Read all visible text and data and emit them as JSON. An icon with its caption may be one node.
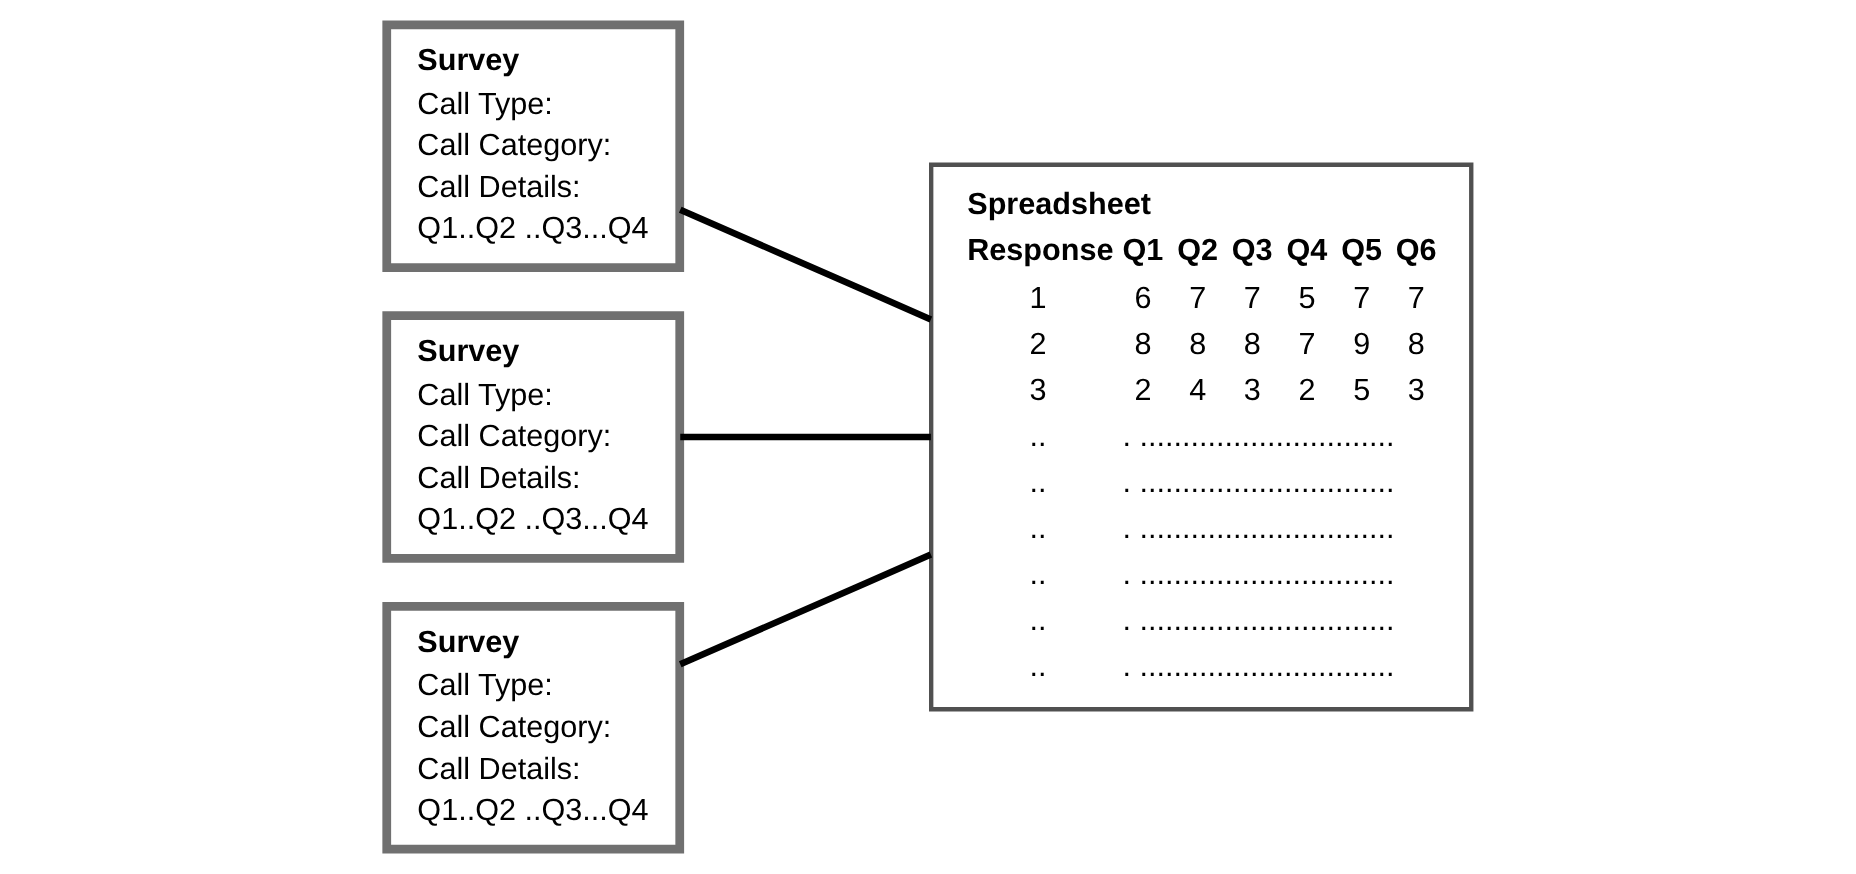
{
  "diagram": {
    "nodes": [
      {
        "text": [
          "Survey",
          "Call Type:",
          "Call Category:",
          "Call Details:",
          "Q1..Q2 ..Q3...Q4"
        ]
      },
      {
        "text": [
          "Survey",
          "Call Type:",
          "Call Category:",
          "Call Details:",
          "Q1..Q2 ..Q3...Q4"
        ]
      },
      {
        "text": [
          "Survey",
          "Call Type:",
          "Call Category:",
          "Call Details:",
          "Q1..Q2 ..Q3...Q4"
        ]
      },
      {
        "text": [
          "Spreadsheet",
          "Response",
          "Q1",
          "Q2",
          "Q3",
          "Q4",
          "Q5",
          "Q6",
          "1",
          "6",
          "7",
          "7",
          "5",
          "7",
          "7",
          "2",
          "8",
          "8",
          "8",
          "7",
          "9",
          "8",
          "3",
          "2",
          "4",
          "3",
          "2",
          "5",
          "3",
          "..",
          ". ..............................",
          "..",
          ". ..............................",
          "..",
          ". ..............................",
          "..",
          ". ..............................",
          "..",
          ". ..............................",
          "..",
          ". .............................."
        ]
      }
    ],
    "edges": [
      {
        "from": 0,
        "to": 3,
        "arrow": "none"
      },
      {
        "from": 1,
        "to": 3,
        "arrow": "none"
      },
      {
        "from": 2,
        "to": 3,
        "arrow": "none"
      }
    ]
  }
}
